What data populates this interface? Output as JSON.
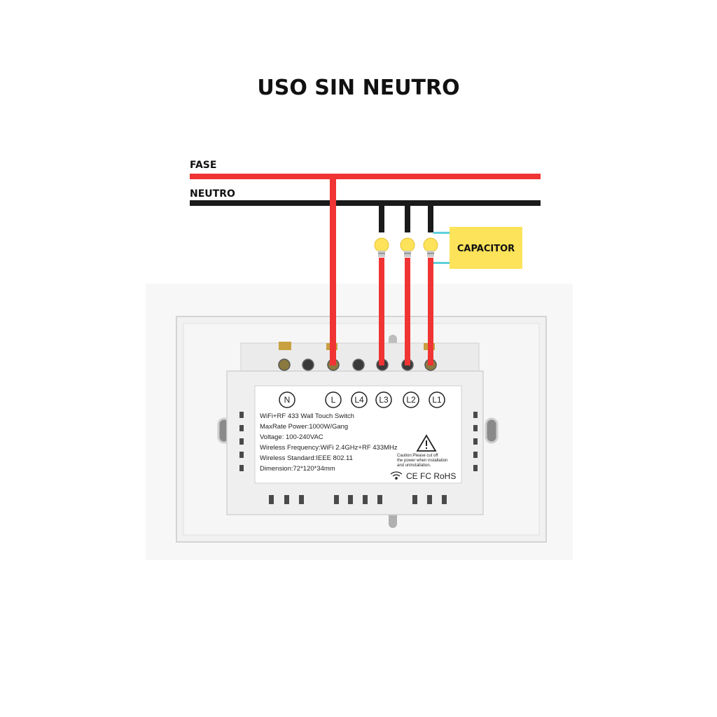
{
  "title": "USO SIN NEUTRO",
  "wires": {
    "fase_label": "FASE",
    "neutro_label": "NEUTRO",
    "fase_color": "#f03434",
    "neutro_color": "#1a1a1a"
  },
  "capacitor": {
    "label": "CAPACITOR",
    "color": "#fde35a"
  },
  "switch": {
    "terminals": [
      "N",
      "L",
      "L4",
      "L3",
      "L2",
      "L1"
    ],
    "specs": [
      "WiFi+RF 433 Wall Touch Switch",
      "MaxRate Power:1000W/Gang",
      "Voltage: 100-240VAC",
      "Wireless Frequency:WiFi 2.4GHz+RF 433MHz",
      "Wireless Standard:IEEE 802.11",
      "Dimension:72*120*34mm"
    ],
    "caution": [
      "Caution:Please cut off",
      "the power when installation",
      "and uninstallation."
    ],
    "certifications": "CE FC RoHS"
  }
}
